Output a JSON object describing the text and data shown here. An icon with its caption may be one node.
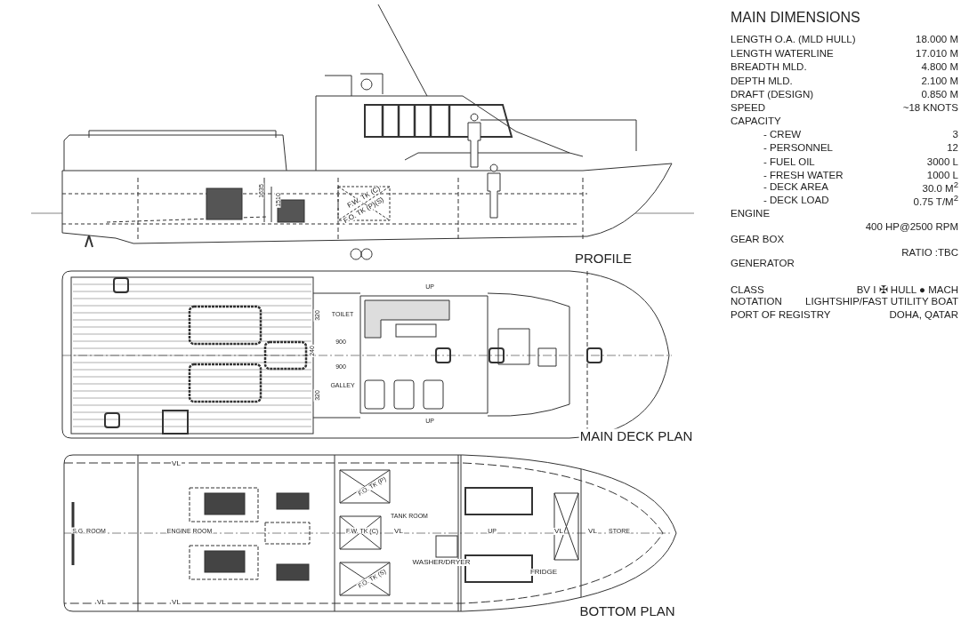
{
  "diagram": {
    "labels": [
      "1635",
      "1510",
      "F.W. TK (C)",
      "F.O. TK (P)(S)",
      "PROFILE",
      "UP",
      "TOILET",
      "320",
      "900",
      "240",
      "900",
      "GALLEY",
      "320",
      "UP",
      "MAIN DECK PLAN",
      "VL",
      "F.O. TK (P)",
      "TANK ROOM",
      "S.G. ROOM",
      "ENGINE ROOM",
      "F.W. TK (C)",
      "VL",
      "UP",
      "VL",
      "VL",
      "STORE",
      "WASHER/DRYER",
      "FRIDGE",
      "F.O. TK (S)",
      "VL",
      "VL",
      "BOTTOM PLAN",
      "MAIN DIMENSIONS",
      "LENGTH O.A. (MLD HULL)",
      "18.000 M",
      "LENGTH WATERLINE",
      "17.010 M",
      "BREADTH MLD.",
      "4.800 M",
      "DEPTH MLD.",
      "2.100 M",
      "DRAFT (DESIGN)",
      "0.850 M",
      "SPEED",
      "~18 KNOTS",
      "CAPACITY",
      "- CREW",
      "3",
      "- PERSONNEL",
      "12",
      "- FUEL OIL",
      "3000 L",
      "- FRESH WATER",
      "1000 L",
      "- DECK AREA",
      "30.0 M$^{2}$",
      "- DECK LOAD",
      "0.75 T/M$^{2}$",
      "ENGINE",
      "400 HP@2500 RPM",
      "GEAR BOX",
      "RATIO :TBC",
      "GENERATOR",
      "CLASS",
      "BV I ✠ HULL ● MACH",
      "NOTATION",
      "LIGHTSHIP/FAST UTILITY BOAT",
      "PORT OF REGISTRY",
      "DOHA, QATAR"
    ]
  }
}
